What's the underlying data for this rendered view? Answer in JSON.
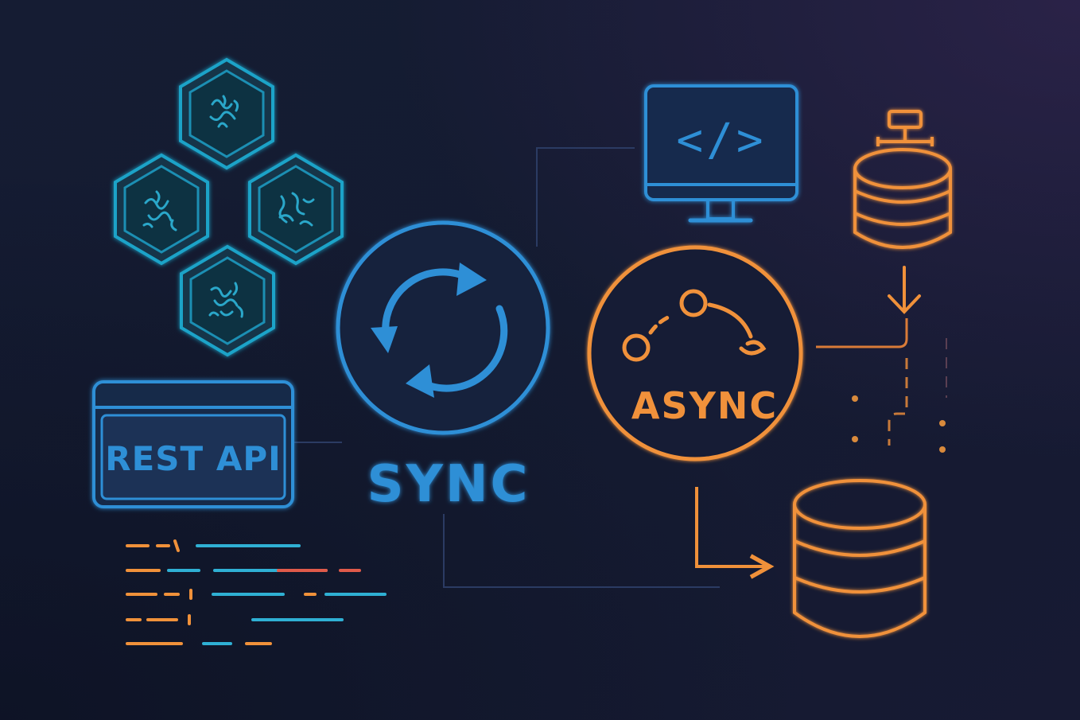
{
  "diagram": {
    "sync_label": "SYNC",
    "async_label": "ASYNC",
    "rest_api_label": "REST API",
    "code_monitor_glyph": "</>"
  },
  "icons": {
    "hexagon_cluster": "microservice-hexagon-icon",
    "sync": "sync-arrows-icon",
    "async": "async-flow-icon",
    "monitor": "code-monitor-icon",
    "database_top": "database-icon",
    "database_bottom": "database-icon"
  },
  "colors": {
    "background": "#141b31",
    "blue_accent": "#2f8fd6",
    "cyan_accent": "#1fa3c8",
    "orange_accent": "#f0913a",
    "red_accent": "#e05a4a",
    "connector": "#2d3e66"
  }
}
